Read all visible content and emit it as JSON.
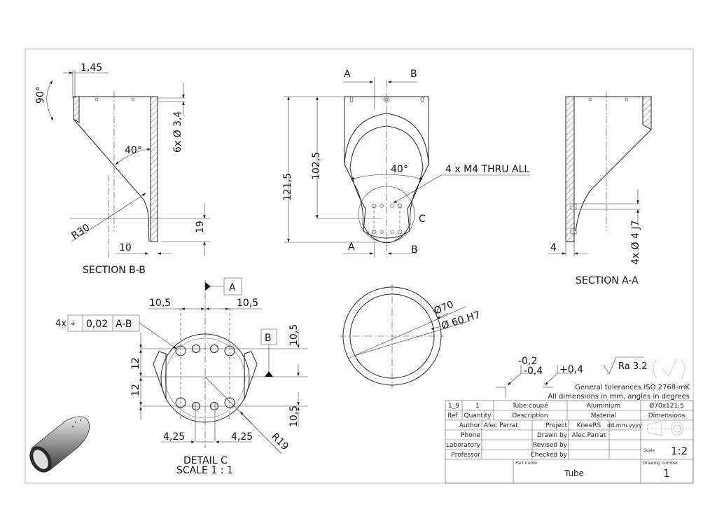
{
  "section_bb": {
    "title": "SECTION B-B",
    "dims": {
      "offset": "1,45",
      "angle_chamfer": "90°",
      "holes": "6x Ø 3,4",
      "angle_cone": "40°",
      "radius": "R30",
      "width": "10",
      "height": "19"
    }
  },
  "front_view": {
    "dims": {
      "total_height": "121,5",
      "hole_height": "102,5",
      "angle": "40°"
    },
    "callout": "4 x M4 THRU ALL",
    "detail_label": "C",
    "section_markers": {
      "a_top": "A",
      "b_top": "B",
      "a_bottom": "A",
      "b_bottom": "B"
    }
  },
  "section_aa": {
    "title": "SECTION A-A",
    "dims": {
      "wall": "4",
      "holes": "4x Ø 4 J7"
    }
  },
  "detail_c": {
    "title": "DETAIL C",
    "scale": "SCALE 1 : 1",
    "datum_a": "A",
    "datum_b": "B",
    "fcf": {
      "count": "4x",
      "symbol": "⌖",
      "tolerance": "0,02",
      "datums": "A-B"
    },
    "dims": {
      "left_spacing": "10,5",
      "right_spacing": "10,5",
      "upper_12": "12",
      "lower_12": "12",
      "top_10_5": "10,5",
      "bottom_10_5": "10,5",
      "left_4_25": "4,25",
      "right_4_25": "4,25",
      "radius": "R19"
    }
  },
  "end_view": {
    "outer": "Ø70",
    "inner": "Ø 60 H7"
  },
  "tolerances": {
    "upper": "-0,2",
    "lower": "-0,4",
    "plus": "+0,4",
    "roughness": "Ra 3.2",
    "general_1": "General tolerances ISO 2768-mK",
    "general_2": "All dimensions in mm, angles in degrees"
  },
  "title_block": {
    "ref_value": "1_9",
    "quantity_value": "1",
    "description_value": "Tube coupé",
    "material_value": "Aluminium",
    "dimensions_value": "Ø70x121.5",
    "ref_label": "Ref",
    "quantity_label": "Quantity",
    "description_label": "Description",
    "material_label": "Material",
    "dimensions_label": "Dimensions",
    "author_label": "Author",
    "author_value": "Alec Parrat",
    "phone_label": "Phone",
    "laboratory_label": "Laboratory",
    "professor_label": "Professor",
    "project_label": "Project",
    "project_value": "KneeRS",
    "date_value": "dd.mm.yyyy",
    "drawn_by_label": "Drawn by",
    "drawn_by_value": "Alec Parrat",
    "revised_by_label": "Revised by",
    "checked_by_label": "Checked by",
    "scale_label": "Scale",
    "scale_value": "1:2",
    "part_name_label": "Part name",
    "part_name_value": "Tube",
    "drawing_number_label": "Drawing number",
    "drawing_number_value": "1"
  }
}
